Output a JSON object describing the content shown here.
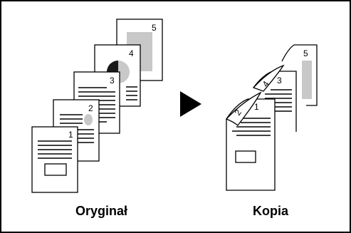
{
  "captions": {
    "original": "Oryginał",
    "copy": "Kopia"
  },
  "original_pages": [
    "1",
    "2",
    "3",
    "4",
    "5"
  ],
  "copy_pages": [
    "1",
    "2",
    "3",
    "4",
    "5"
  ],
  "colors": {
    "stroke": "#000000",
    "gray": "#c8c8c8",
    "dark": "#1a1a1a"
  }
}
